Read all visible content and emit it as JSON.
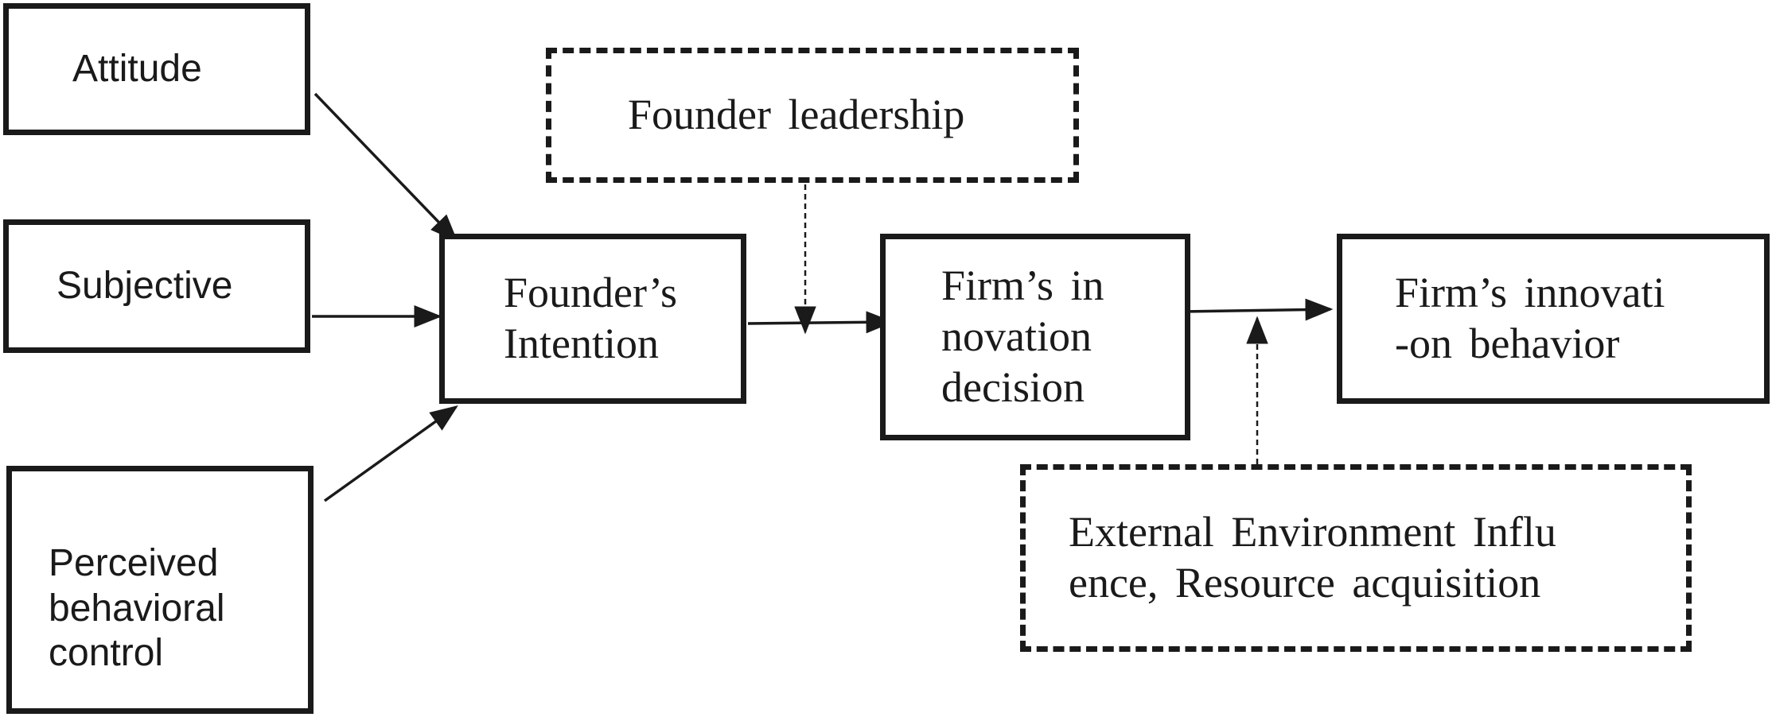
{
  "nodes": {
    "attitude": {
      "lines": [
        "Attitude"
      ]
    },
    "subjective": {
      "lines": [
        "Subjective"
      ]
    },
    "perceived_behavioral_control": {
      "lines": [
        "Perceived",
        "behavioral",
        "control"
      ]
    },
    "founder_leadership": {
      "lines": [
        "Founder leadership"
      ]
    },
    "founders_intention": {
      "lines": [
        "Founder’s",
        "Intention"
      ]
    },
    "innovation_decision": {
      "lines": [
        "Firm’s  in",
        "novation",
        "decision"
      ]
    },
    "innovation_behavior": {
      "lines": [
        "Firm’s  innovati",
        "-on  behavior"
      ]
    },
    "external_environment": {
      "lines": [
        "External  Environment  Influ",
        "ence,  Resource  acquisition"
      ]
    }
  },
  "colors": {
    "stroke": "#1a1a1a",
    "background": "#ffffff"
  }
}
